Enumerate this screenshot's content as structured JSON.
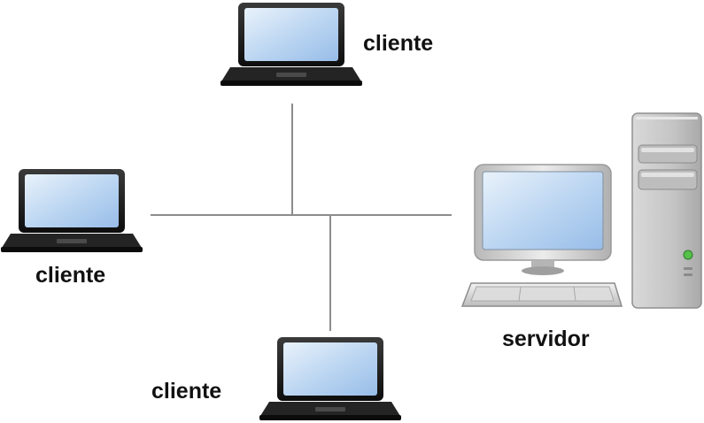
{
  "nodes": {
    "client_top": {
      "label": "cliente",
      "icon": "laptop-icon"
    },
    "client_left": {
      "label": "cliente",
      "icon": "laptop-icon"
    },
    "client_bottom": {
      "label": "cliente",
      "icon": "laptop-icon"
    },
    "server": {
      "label": "servidor",
      "icon": "desktop-computer-icon"
    }
  },
  "colors": {
    "screen_light": "#dbe9f7",
    "screen_mid": "#a9c9ee",
    "laptop_body": "#1e1e1e",
    "wire": "#8c8c8c",
    "case_gray": "#c8c8c8",
    "power_led": "#55c04a"
  }
}
